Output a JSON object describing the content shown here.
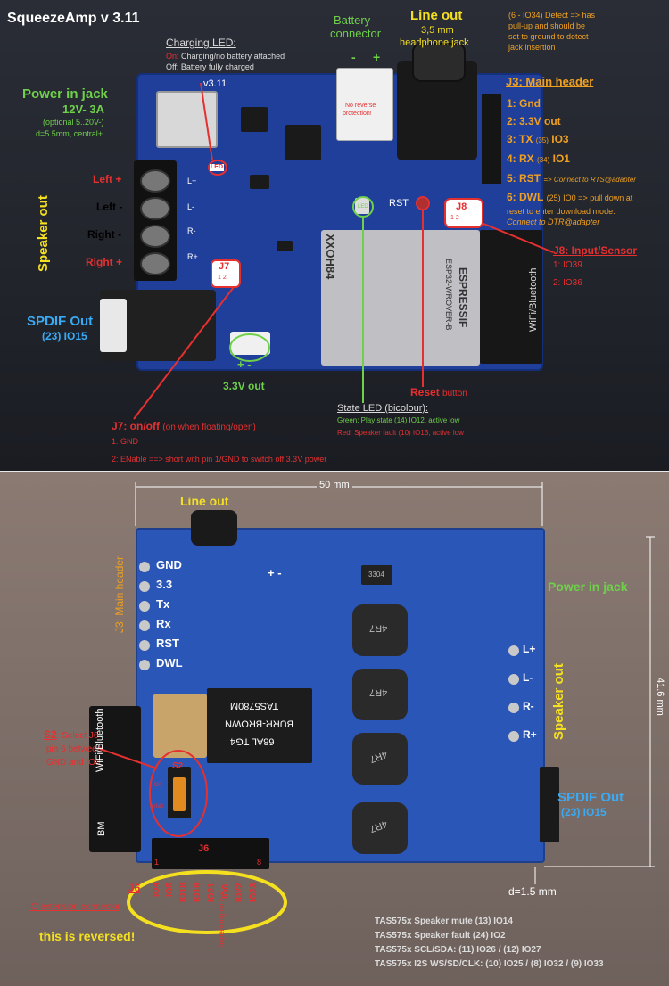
{
  "top": {
    "title": "SqueezeAmp v 3.11",
    "board_version": "v3.11",
    "charging_led": {
      "heading": "Charging LED:",
      "line1_on": "On",
      "line1_rest": ": Charging/no battery attached",
      "line2": "Off: Battery fully charged",
      "chip_label": "LED"
    },
    "power_jack": {
      "title": "Power in jack",
      "spec": "12V- 3A",
      "optional": "(optional 5..20V-)",
      "dims": "d=5.5mm, central+"
    },
    "battery": {
      "title_line1": "Battery",
      "title_line2": "connector",
      "minus": "-",
      "plus": "+",
      "note_line1": "No reverse",
      "note_line2": "protection!"
    },
    "line_out": {
      "title": "Line out",
      "sub1": "3,5 mm",
      "sub2": "headphone jack"
    },
    "detect_note": {
      "line1": "(6 - IO34) Detect => has",
      "line2": "pull-up and should be",
      "line3": "set to ground to detect",
      "line4": "jack insertion"
    },
    "j3": {
      "title": "J3: Main header",
      "pin1": "1: Gnd",
      "pin2": "2: 3.3V out",
      "pin3_a": "3: TX",
      "pin3_b": "(35)",
      "pin3_c": "IO3",
      "pin4_a": "4: RX",
      "pin4_b": "(34)",
      "pin4_c": "IO1",
      "pin5_a": "5: RST",
      "pin5_b": "=> Connect to RTS@adapter",
      "pin6_a": "6: DWL",
      "pin6_b": "(25) IO0 => pull down at",
      "pin6_c": "reset to enter download mode.",
      "pin6_d": "Connect to DTR@adapter"
    },
    "speaker_out": {
      "title": "Speaker out",
      "left_plus": "Left +",
      "left_minus": "Left -",
      "right_minus": "Right -",
      "right_plus": "Right +",
      "pcb_lp": "L+",
      "pcb_lm": "L-",
      "pcb_rm": "R-",
      "pcb_rp": "R+"
    },
    "j7": {
      "box": "J7",
      "pins": "1  2",
      "title": "J7: on/off",
      "title_rest": "(on when floating/open)",
      "line1": "1: GND",
      "line2": "2: ENable ==> short with pin 1/GND to switch off 3.3V power"
    },
    "j8": {
      "box": "J8",
      "pins": "1  2",
      "title": "J8: Input/Sensor",
      "line1": "1: IO39",
      "line2": "2: IO36"
    },
    "rst_label": "RST",
    "led_label": "LED",
    "spdif": {
      "title": "SPDIF Out",
      "sub": "(23) IO15"
    },
    "v33_out": {
      "pm": "+ -",
      "label": "3.3V out"
    },
    "esp": {
      "brand": "ESPRESSIF",
      "model": "ESP32-WROVER-B",
      "wifi": "WiFi/Bluetooth",
      "code": "XXOH84"
    },
    "reset_button": {
      "a": "Reset",
      "b": "button"
    },
    "state_led": {
      "heading": "State LED (bicolour):",
      "green": "Green: Play state (14) IO12, active low",
      "red": "Red: Speaker fault (10) IO13, active low"
    }
  },
  "bottom": {
    "width_dim": "50 mm",
    "height_dim": "41.6 mm",
    "d_dim": "d=1.5 mm",
    "line_out": "Line out",
    "power_jack": "Power in jack",
    "speaker_out": "Speaker out",
    "pins": [
      "GND",
      "3.3",
      "Tx",
      "Rx",
      "RST",
      "DWL"
    ],
    "j3_label": "J3: Main header",
    "pm_top": "+   -",
    "spk_pins": [
      "L+",
      "L-",
      "R-",
      "R+"
    ],
    "chip1": "TAS5780M",
    "chip2": "BURR-BROWN",
    "chip3": "68AL TG4",
    "inductor": "4R7",
    "diode": "3304",
    "spdif_title": "SPDIF Out",
    "spdif_sub": "(23) IO15",
    "s2": {
      "box": "S2",
      "heading": "S2",
      "l1": ": Select J6",
      "l2": "pin 6 between",
      "l3": "GND and IO0",
      "small1": "IO0",
      "small2": "GND"
    },
    "wifi": "WiFi/Bluetooth",
    "bm": "BM",
    "j6": {
      "box": "J6",
      "pin_start": "1",
      "pin_end": "8",
      "title": "J6",
      "subtitle": "IO extension connector",
      "note": "this is reversed!",
      "pins": [
        "IO4",
        "IO5",
        "IO18",
        "IO19",
        "IO21",
        "IO0",
        "IO22",
        "IO23"
      ],
      "io0_note": "depending on S2"
    },
    "tas_notes": [
      "TAS575x Speaker mute (13) IO14",
      "TAS575x Speaker fault (24) IO2",
      "TAS575x SCL/SDA: (11) IO26 / (12) IO27",
      "TAS575x I2S WS/SD/CLK: (10) IO25 / (8) IO32 / (9) IO33"
    ]
  },
  "colors": {
    "red": "#e53030",
    "orange": "#f0a020",
    "yellow": "#f5e020",
    "green": "#6fd04a",
    "blue": "#3aaaf5",
    "pcb": "#1f3f9a"
  }
}
